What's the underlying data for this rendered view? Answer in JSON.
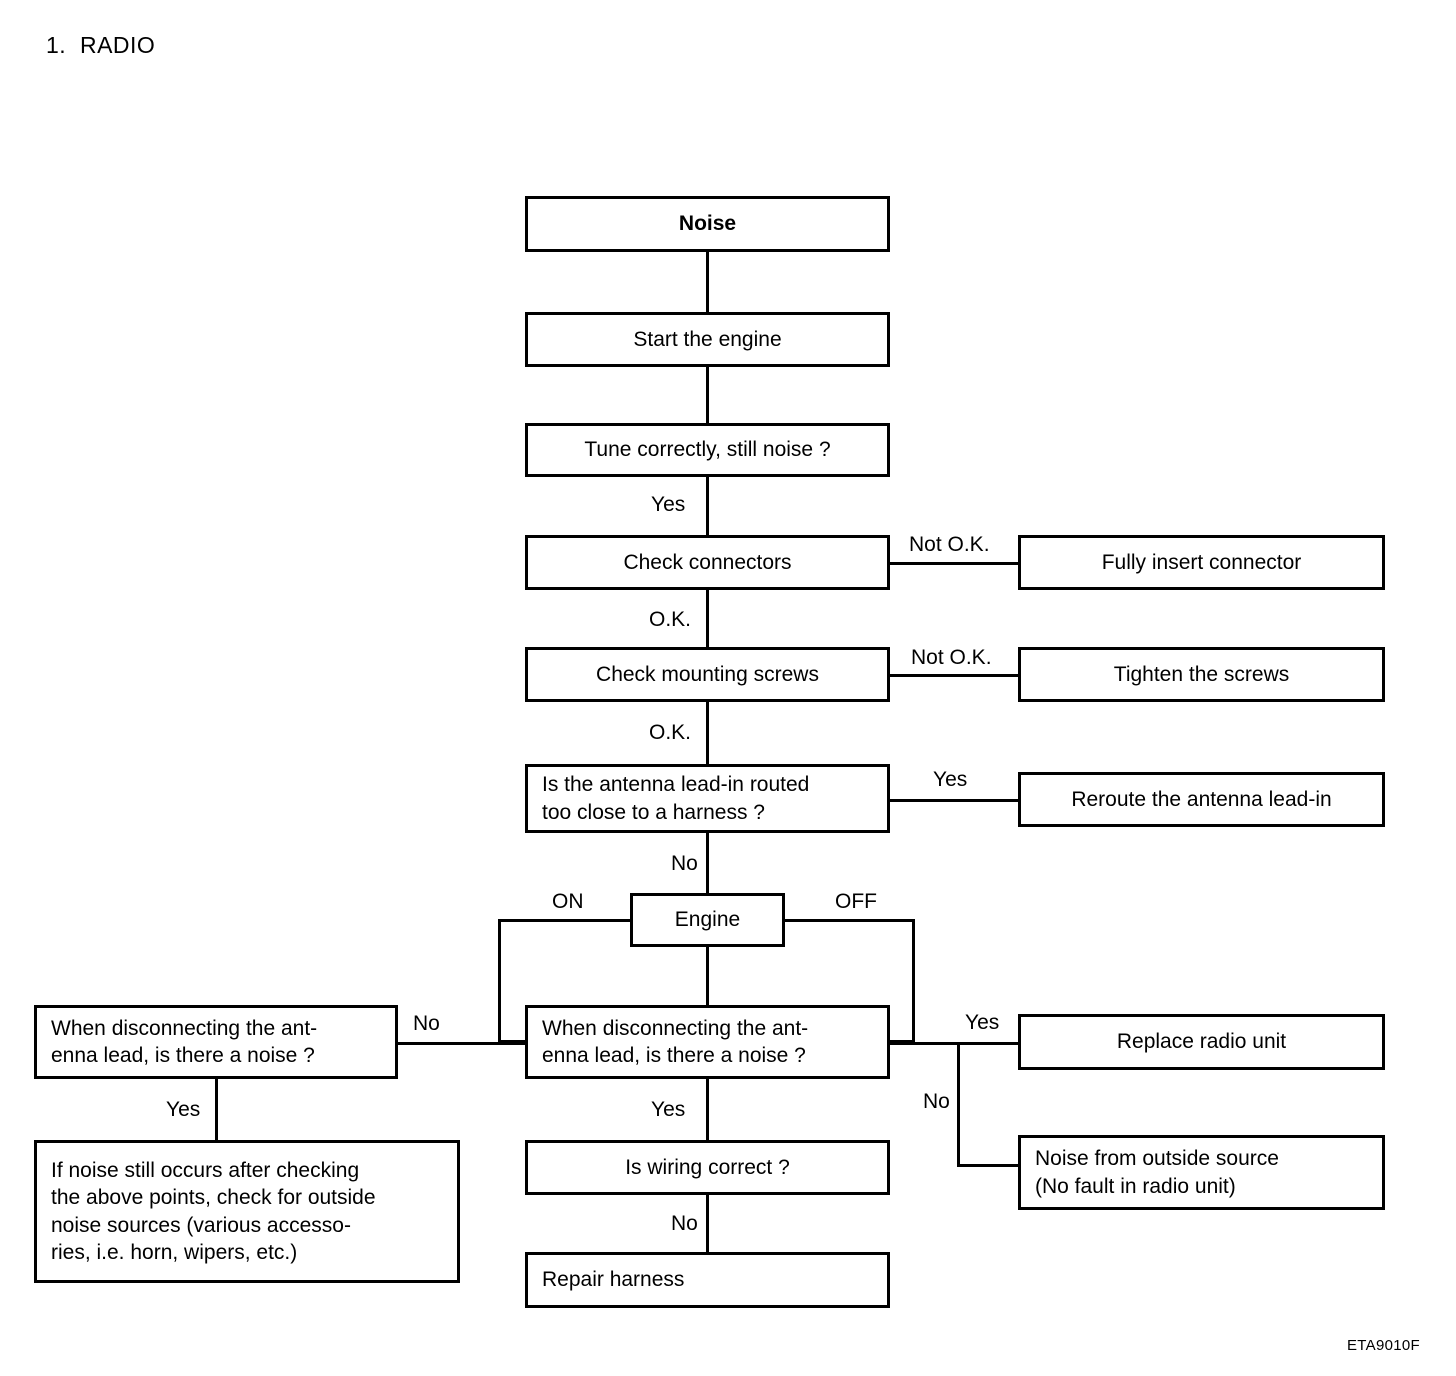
{
  "document": {
    "title": "1.  RADIO",
    "figure_code": "ETA9010F"
  },
  "flowchart": {
    "nodes": {
      "noise": "Noise",
      "start_engine": "Start the engine",
      "tune_correctly": "Tune correctly, still noise ?",
      "check_connectors": "Check connectors",
      "fully_insert_connector": "Fully insert connector",
      "check_mounting_screws": "Check mounting screws",
      "tighten_the_screws": "Tighten the screws",
      "antenna_lead_routed": "Is the antenna lead-in routed\ntoo close to a harness ?",
      "reroute_antenna": "Reroute the antenna lead-in",
      "engine": "Engine",
      "disconnect_left": "When disconnecting the ant-\nenna lead, is there a noise ?",
      "disconnect_center": "When disconnecting  the ant-\nenna lead, is there a noise ?",
      "replace_radio_unit": "Replace radio unit",
      "outside_source": "Noise from outside source\n(No fault in radio unit)",
      "outside_noise_check": "If noise still occurs after checking\nthe above points, check for outside\nnoise sources (various accesso-\nries, i.e. horn, wipers, etc.)",
      "is_wiring_correct": "Is wiring correct ?",
      "repair_harness": "Repair harness"
    },
    "edge_labels": {
      "tune_yes": "Yes",
      "connectors_not_ok": "Not O.K.",
      "connectors_ok": "O.K.",
      "screws_not_ok": "Not O.K.",
      "screws_ok": "O.K.",
      "antenna_yes": "Yes",
      "antenna_no": "No",
      "engine_on": "ON",
      "engine_off": "OFF",
      "left_no": "No",
      "left_yes": "Yes",
      "center_yes": "Yes",
      "right_yes": "Yes",
      "right_no": "No",
      "wiring_no": "No"
    }
  }
}
